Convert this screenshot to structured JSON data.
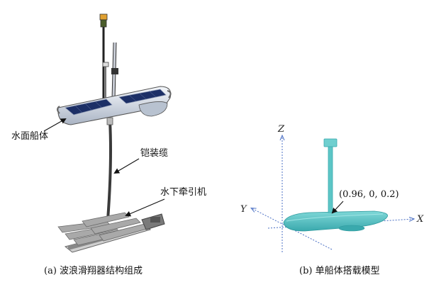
{
  "panel_a": {
    "labels": {
      "surface_hull": "水面船体",
      "armored_cable": "铠装缆",
      "underwater_tractor": "水下牵引机"
    },
    "caption": "(a) 波浪滑翔器结构组成"
  },
  "panel_b": {
    "axes": {
      "x": "X",
      "y": "Y",
      "z": "Z"
    },
    "point_label": "(0.96, 0, 0.2)",
    "caption": "(b) 单船体搭载模型"
  },
  "colors": {
    "hull_light": "#e8eef6",
    "solar_panel": "#1c2f66",
    "cable": "#3a3a3a",
    "glider_gray": "#9a9a9a",
    "axis_blue": "#4a6fc4",
    "model_teal": "#5cc6c6",
    "arrow": "#111111"
  }
}
